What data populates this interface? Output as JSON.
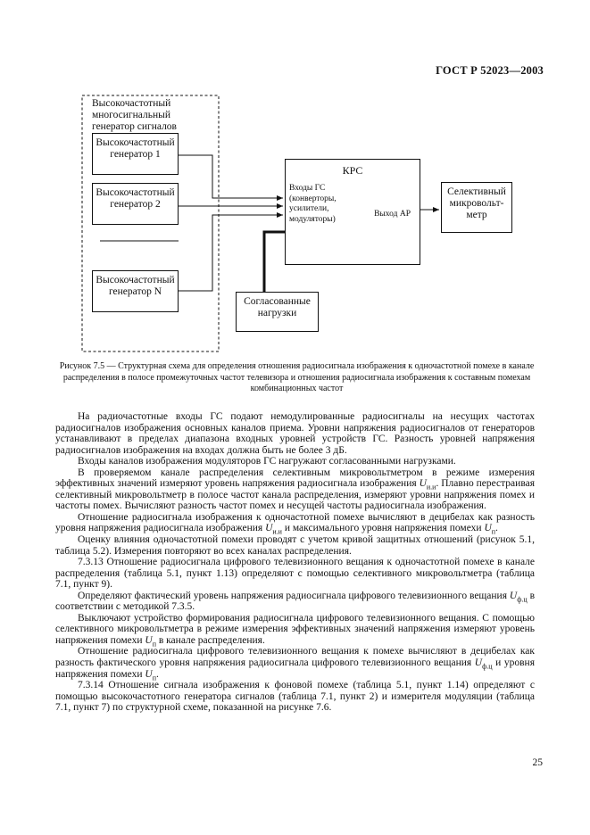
{
  "header": {
    "standard": "ГОСТ Р 52023—2003"
  },
  "diagram": {
    "generator_group_label": "Высокочастотный многосигнальный генератор сигналов",
    "generators": [
      "Высокочастотный генератор 1",
      "Высокочастотный генератор 2",
      "Высокочастотный генератор N"
    ],
    "krs": {
      "title": "КРС",
      "inputs_label": "Входы ГС (конверторы, усилители, модуляторы)",
      "output_label": "Выход АР"
    },
    "meter_label": "Селективный микровольт-метр",
    "loads_label": "Согласованные нагрузки"
  },
  "caption": "Рисунок 7.5 — Структурная схема для определения отношения радиосигнала изображения к одночастотной помехе в канале распределения в полосе промежуточных частот телевизора и отношения радиосигнала изображения к составным помехам комбинационных частот",
  "paragraphs": {
    "p1": "На радиочастотные входы ГС подают немодулированные радиосигналы на несущих частотах радиосигналов изображения основных каналов приема. Уровни напряжения радиосигналов от генераторов устанавливают в пределах диапазона входных уровней устройств ГС. Разность уровней напряжения радиосигналов изображения на входах должна быть не более 3 дБ.",
    "p2": "Входы каналов изображения модуляторов ГС нагружают согласованными нагрузками.",
    "p3a": "В проверяемом канале распределения селективным микровольтметром в режиме измерения эффективных значений измеряют уровень напряжения радиосигнала изображения",
    "p3b": ". Плавно перестраивая селективный микровольтметр в полосе частот канала распределения, измеряют уровни напряжения помех и частоты помех. Вычисляют разность частот помех и несущей частоты радиосигнала изображения.",
    "p4a": "Отношение радиосигнала изображения к одночастотной помехе вычисляют в децибелах как разность уровня напряжения радиосигнала изображения",
    "p4b": "и максимального уровня напряжения помехи",
    "p5": "Оценку влияния одночастотной помехи проводят с учетом кривой защитных отношений (рисунок 5.1, таблица 5.2). Измерения повторяют во всех каналах распределения.",
    "p6": "7.3.13 Отношение радиосигнала цифрового телевизионного вещания к одночастотной помехе в канале распределения (таблица 5.1, пункт 1.13) определяют с помощью селективного микровольтметра (таблица 7.1, пункт 9).",
    "p7a": "Определяют фактический уровень напряжения радиосигнала цифрового телевизионного вещания",
    "p7b": "в соответствии с методикой 7.3.5.",
    "p8a": "Выключают устройство формирования радиосигнала цифрового телевизионного вещания. С помощью селективного микровольтметра в режиме измерения эффективных значений напряжения измеряют уровень напряжения помехи",
    "p8b": "в канале распределения.",
    "p9a": "Отношение радиосигнала цифрового телевизионного вещания к помехе вычисляют в децибелах как разность фактического уровня напряжения радиосигнала цифрового телевизионного вещания",
    "p9b": "и уровня напряжения помехи",
    "p10": "7.3.14 Отношение сигнала изображения к фоновой помехе (таблица 5.1, пункт 1.14) определяют с помощью высокочастотного генератора сигналов (таблица 7.1, пункт 2) и измерителя модуляции (таблица 7.1, пункт 7) по структурной схеме, показанной на рисунке 7.6."
  },
  "symbols": {
    "U": "U",
    "sub_ii": "и.и",
    "sub_p": "п",
    "sub_fc": "ф.ц"
  },
  "page_number": "25"
}
